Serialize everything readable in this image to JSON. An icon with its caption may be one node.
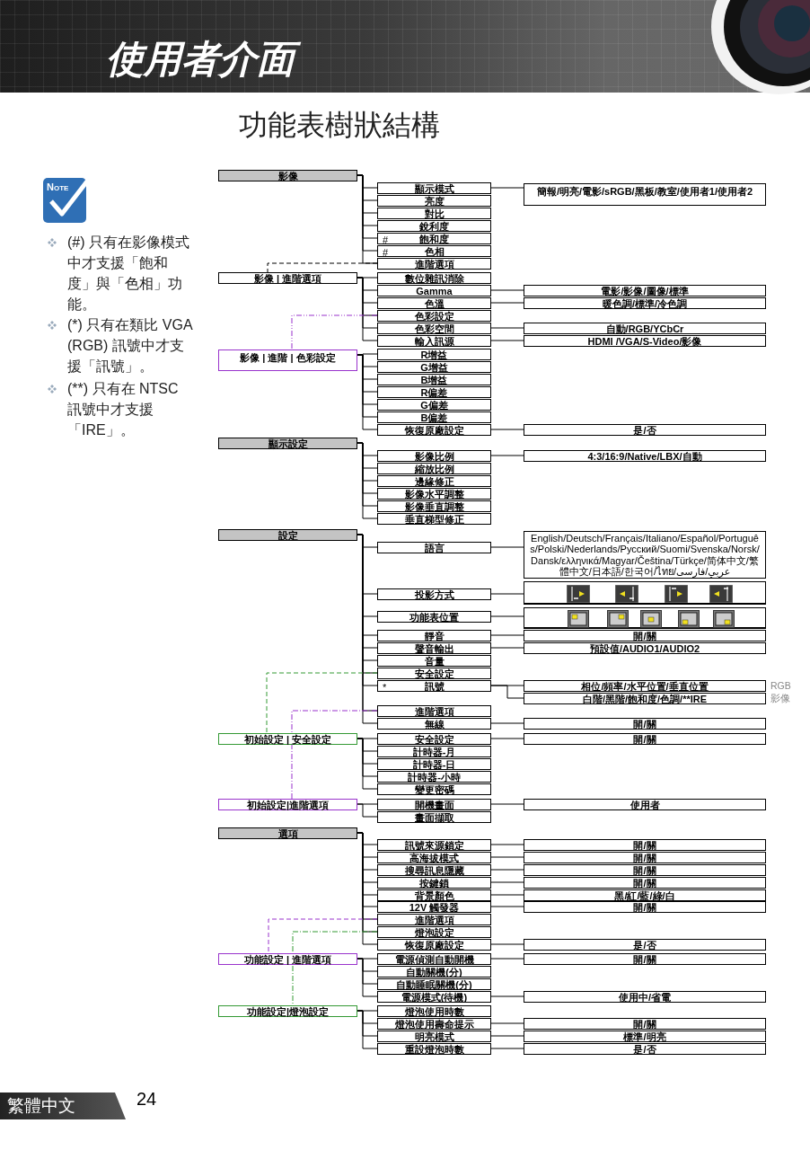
{
  "diagram": {
    "title": "功能表樹狀結構",
    "nodes": [
      {
        "text": [
          "影像"
        ]
      },
      {
        "text": [
          "顯示模式"
        ]
      },
      {
        "text": [
          "簡報/明亮/電影/sRGB/黑板/教室/使用者1/使用者2"
        ]
      },
      {
        "text": [
          "亮度"
        ]
      },
      {
        "text": [
          "對比"
        ]
      },
      {
        "text": [
          "銳利度"
        ]
      },
      {
        "text": [
          "#",
          "飽和度"
        ]
      },
      {
        "text": [
          "#",
          "色相"
        ]
      },
      {
        "text": [
          "進階選項"
        ]
      },
      {
        "text": [
          "影像 | 進階選項"
        ]
      },
      {
        "text": [
          "數位雜訊消除"
        ]
      },
      {
        "text": [
          "Gamma"
        ]
      },
      {
        "text": [
          "電影/影像/圖像/標準"
        ]
      },
      {
        "text": [
          "色溫"
        ]
      },
      {
        "text": [
          "暖色調/標準/冷色調"
        ]
      },
      {
        "text": [
          "色彩設定"
        ]
      },
      {
        "text": [
          "色彩空間"
        ]
      },
      {
        "text": [
          "自動/RGB/YCbCr"
        ]
      },
      {
        "text": [
          "輸入訊源"
        ]
      },
      {
        "text": [
          "HDMI /VGA/S-Video/影像"
        ]
      },
      {
        "text": [
          "影像 | 進階 | 色彩設定"
        ]
      },
      {
        "text": [
          "R增益"
        ]
      },
      {
        "text": [
          "G增益"
        ]
      },
      {
        "text": [
          "B增益"
        ]
      },
      {
        "text": [
          "R偏差"
        ]
      },
      {
        "text": [
          "G偏差"
        ]
      },
      {
        "text": [
          "B偏差"
        ]
      },
      {
        "text": [
          "恢復原廠設定"
        ]
      },
      {
        "text": [
          "是/否"
        ]
      },
      {
        "text": [
          "顯示設定"
        ]
      },
      {
        "text": [
          "影像比例"
        ]
      },
      {
        "text": [
          "4:3/16:9/Native/LBX/自動"
        ]
      },
      {
        "text": [
          "縮放比例"
        ]
      },
      {
        "text": [
          "邊緣修正"
        ]
      },
      {
        "text": [
          "影像水平調整"
        ]
      },
      {
        "text": [
          "影像垂直調整"
        ]
      },
      {
        "text": [
          "垂直梯型修正"
        ]
      },
      {
        "text": [
          "設定"
        ]
      },
      {
        "text": [
          "語言"
        ]
      },
      {
        "text": [
          "English/Deutsch/Français/Italiano/Español/Português/Polski/Nederlands/Русский/Suomi/Svenska/Norsk/Dansk/ελληνικά/Magyar/Čeština/Türkçe/简体中文/繁體中文/日本語/한국어/ไทย/عربي/فارسی"
        ]
      },
      {
        "text": [
          "投影方式"
        ]
      },
      {
        "text": [],
        "shape": "picture"
      },
      {
        "text": [
          "功能表位置"
        ]
      },
      {
        "text": [],
        "shape": "picture"
      },
      {
        "text": [
          "靜音"
        ]
      },
      {
        "text": [
          "開/關"
        ]
      },
      {
        "text": [
          "聲音輸出"
        ]
      },
      {
        "text": [
          "預設值/AUDIO1/AUDIO2"
        ]
      },
      {
        "text": [
          "音量"
        ]
      },
      {
        "text": [
          "安全設定"
        ]
      },
      {
        "text": [
          "*",
          "訊號"
        ]
      },
      {
        "text": [
          "相位/頻率/水平位置/垂直位置"
        ],
        "beside": [
          "RGB"
        ]
      },
      {
        "text": [
          "白階/黑階/飽和度/色調/**IRE"
        ],
        "beside": [
          "影像"
        ]
      },
      {
        "text": [
          "進階選項"
        ]
      },
      {
        "text": [
          "無線"
        ]
      },
      {
        "text": [
          "開/關"
        ]
      },
      {
        "text": [
          "初始設定 | 安全設定"
        ]
      },
      {
        "text": [
          "安全設定"
        ]
      },
      {
        "text": [
          "開/關"
        ]
      },
      {
        "text": [
          "計時器-月"
        ]
      },
      {
        "text": [
          "計時器-日"
        ]
      },
      {
        "text": [
          "計時器-小時"
        ]
      },
      {
        "text": [
          "變更密碼"
        ]
      },
      {
        "text": [
          "初始設定|進階選項"
        ]
      },
      {
        "text": [
          "開機畫面"
        ]
      },
      {
        "text": [
          "使用者"
        ]
      },
      {
        "text": [
          "畫面擷取"
        ]
      },
      {
        "text": [
          "選項"
        ]
      },
      {
        "text": [
          "訊號來源鎖定"
        ]
      },
      {
        "text": [
          "開/關"
        ]
      },
      {
        "text": [
          "高海拔模式"
        ]
      },
      {
        "text": [
          "開/關"
        ]
      },
      {
        "text": [
          "搜尋訊息隱藏"
        ]
      },
      {
        "text": [
          "開/關"
        ]
      },
      {
        "text": [
          "按鍵鎖"
        ]
      },
      {
        "text": [
          "開/關"
        ]
      },
      {
        "text": [
          "背景顏色"
        ]
      },
      {
        "text": [
          "黑/紅/藍/綠/白"
        ]
      },
      {
        "text": [
          "12V 觸發器"
        ]
      },
      {
        "text": [
          "開/關"
        ]
      },
      {
        "text": [
          "進階選項"
        ]
      },
      {
        "text": [
          "燈泡設定"
        ]
      },
      {
        "text": [
          "恢復原廠設定"
        ]
      },
      {
        "text": [
          "是/否"
        ]
      },
      {
        "text": [
          "功能設定 | 進階選項"
        ]
      },
      {
        "text": [
          "電源偵測自動開機"
        ]
      },
      {
        "text": [
          "開/關"
        ]
      },
      {
        "text": [
          "自動關機(分)"
        ]
      },
      {
        "text": [
          "自動睡眠關機(分)"
        ]
      },
      {
        "text": [
          "電源模式(待機)"
        ]
      },
      {
        "text": [
          "使用中/省電"
        ]
      },
      {
        "text": [
          "功能設定|燈泡設定"
        ]
      },
      {
        "text": [
          "燈泡使用時數"
        ]
      },
      {
        "text": [
          "燈泡使用壽命提示"
        ]
      },
      {
        "text": [
          "開/關"
        ]
      },
      {
        "text": [
          "明亮模式"
        ]
      },
      {
        "text": [
          "標準/明亮"
        ]
      },
      {
        "text": [
          "重設燈泡時數"
        ]
      },
      {
        "text": [
          "是/否"
        ]
      }
    ],
    "edges": [
      {
        "from": 0,
        "to": 1,
        "arrow": "none"
      },
      {
        "from": 0,
        "to": 3,
        "arrow": "none"
      },
      {
        "from": 0,
        "to": 4,
        "arrow": "none"
      },
      {
        "from": 0,
        "to": 5,
        "arrow": "none"
      },
      {
        "from": 0,
        "to": 6,
        "arrow": "none"
      },
      {
        "from": 0,
        "to": 7,
        "arrow": "none"
      },
      {
        "from": 0,
        "to": 8,
        "arrow": "none"
      },
      {
        "from": 9,
        "to": 10,
        "arrow": "none"
      },
      {
        "from": 9,
        "to": 11,
        "arrow": "none"
      },
      {
        "from": 9,
        "to": 13,
        "arrow": "none"
      },
      {
        "from": 9,
        "to": 15,
        "arrow": "none"
      },
      {
        "from": 9,
        "to": 16,
        "arrow": "none"
      },
      {
        "from": 9,
        "to": 18,
        "arrow": "none"
      },
      {
        "from": 20,
        "to": 21,
        "arrow": "none"
      },
      {
        "from": 20,
        "to": 22,
        "arrow": "none"
      },
      {
        "from": 20,
        "to": 23,
        "arrow": "none"
      },
      {
        "from": 20,
        "to": 24,
        "arrow": "none"
      },
      {
        "from": 20,
        "to": 25,
        "arrow": "none"
      },
      {
        "from": 20,
        "to": 26,
        "arrow": "none"
      },
      {
        "from": 20,
        "to": 27,
        "arrow": "none"
      },
      {
        "from": 29,
        "to": 30,
        "arrow": "none"
      },
      {
        "from": 29,
        "to": 32,
        "arrow": "none"
      },
      {
        "from": 29,
        "to": 33,
        "arrow": "none"
      },
      {
        "from": 29,
        "to": 34,
        "arrow": "none"
      },
      {
        "from": 29,
        "to": 35,
        "arrow": "none"
      },
      {
        "from": 29,
        "to": 36,
        "arrow": "none"
      },
      {
        "from": 37,
        "to": 38,
        "arrow": "none"
      },
      {
        "from": 37,
        "to": 40,
        "arrow": "none"
      },
      {
        "from": 37,
        "to": 42,
        "arrow": "none"
      },
      {
        "from": 37,
        "to": 44,
        "arrow": "none"
      },
      {
        "from": 37,
        "to": 46,
        "arrow": "none"
      },
      {
        "from": 37,
        "to": 48,
        "arrow": "none"
      },
      {
        "from": 37,
        "to": 49,
        "arrow": "none"
      },
      {
        "from": 37,
        "to": 50,
        "arrow": "none"
      },
      {
        "from": 37,
        "to": 53,
        "arrow": "none"
      },
      {
        "from": 37,
        "to": 54,
        "arrow": "none"
      },
      {
        "from": 56,
        "to": 57,
        "arrow": "none"
      },
      {
        "from": 56,
        "to": 59,
        "arrow": "none"
      },
      {
        "from": 56,
        "to": 60,
        "arrow": "none"
      },
      {
        "from": 56,
        "to": 61,
        "arrow": "none"
      },
      {
        "from": 56,
        "to": 62,
        "arrow": "none"
      },
      {
        "from": 63,
        "to": 64,
        "arrow": "none"
      },
      {
        "from": 63,
        "to": 66,
        "arrow": "none"
      },
      {
        "from": 67,
        "to": 68,
        "arrow": "none"
      },
      {
        "from": 67,
        "to": 70,
        "arrow": "none"
      },
      {
        "from": 67,
        "to": 72,
        "arrow": "none"
      },
      {
        "from": 67,
        "to": 74,
        "arrow": "none"
      },
      {
        "from": 67,
        "to": 76,
        "arrow": "none"
      },
      {
        "from": 67,
        "to": 78,
        "arrow": "none"
      },
      {
        "from": 67,
        "to": 80,
        "arrow": "none"
      },
      {
        "from": 67,
        "to": 81,
        "arrow": "none"
      },
      {
        "from": 67,
        "to": 82,
        "arrow": "none"
      },
      {
        "from": 84,
        "to": 85,
        "arrow": "none"
      },
      {
        "from": 84,
        "to": 87,
        "arrow": "none"
      },
      {
        "from": 84,
        "to": 88,
        "arrow": "none"
      },
      {
        "from": 84,
        "to": 89,
        "arrow": "none"
      },
      {
        "from": 91,
        "to": 92,
        "arrow": "none"
      },
      {
        "from": 91,
        "to": 93,
        "arrow": "none"
      },
      {
        "from": 91,
        "to": 95,
        "arrow": "none"
      },
      {
        "from": 91,
        "to": 97,
        "arrow": "none"
      },
      {
        "from": 1,
        "to": 2,
        "arrow": "none"
      },
      {
        "from": 11,
        "to": 12,
        "arrow": "none"
      },
      {
        "from": 13,
        "to": 14,
        "arrow": "none"
      },
      {
        "from": 16,
        "to": 17,
        "arrow": "none"
      },
      {
        "from": 18,
        "to": 19,
        "arrow": "none"
      },
      {
        "from": 27,
        "to": 28,
        "arrow": "none"
      },
      {
        "from": 30,
        "to": 31,
        "arrow": "none"
      },
      {
        "from": 38,
        "to": 39,
        "arrow": "none"
      },
      {
        "from": 40,
        "to": 41,
        "arrow": "none"
      },
      {
        "from": 42,
        "to": 43,
        "arrow": "none"
      },
      {
        "from": 44,
        "to": 45,
        "arrow": "none"
      },
      {
        "from": 46,
        "to": 47,
        "arrow": "none"
      },
      {
        "from": 50,
        "to": 51,
        "arrow": "none"
      },
      {
        "from": 50,
        "to": 52,
        "arrow": "none"
      },
      {
        "from": 54,
        "to": 55,
        "arrow": "none"
      },
      {
        "from": 57,
        "to": 58,
        "arrow": "none"
      },
      {
        "from": 64,
        "to": 65,
        "arrow": "none"
      },
      {
        "from": 68,
        "to": 69,
        "arrow": "none"
      },
      {
        "from": 70,
        "to": 71,
        "arrow": "none"
      },
      {
        "from": 72,
        "to": 73,
        "arrow": "none"
      },
      {
        "from": 74,
        "to": 75,
        "arrow": "none"
      },
      {
        "from": 76,
        "to": 77,
        "arrow": "none"
      },
      {
        "from": 78,
        "to": 79,
        "arrow": "none"
      },
      {
        "from": 82,
        "to": 83,
        "arrow": "none"
      },
      {
        "from": 85,
        "to": 86,
        "arrow": "none"
      },
      {
        "from": 89,
        "to": 90,
        "arrow": "none"
      },
      {
        "from": 93,
        "to": 94,
        "arrow": "none"
      },
      {
        "from": 95,
        "to": 96,
        "arrow": "none"
      },
      {
        "from": 97,
        "to": 98,
        "arrow": "none"
      },
      {
        "from": 8,
        "to": 9,
        "arrow": "none",
        "style": "dashed"
      },
      {
        "from": 15,
        "to": 20,
        "arrow": "none",
        "style": "dashed",
        "color": "#9933cc"
      },
      {
        "from": 49,
        "to": 56,
        "arrow": "none",
        "style": "dashed",
        "color": "#339933"
      },
      {
        "from": 53,
        "to": 63,
        "arrow": "none",
        "style": "dashed",
        "color": "#9933cc"
      },
      {
        "from": 80,
        "to": 84,
        "arrow": "none",
        "style": "dashed",
        "color": "#9933cc"
      },
      {
        "from": 81,
        "to": 91,
        "arrow": "none",
        "style": "dashed",
        "color": "#339933"
      }
    ],
    "labels": [
      "使用者介面",
      "Note",
      "(#) 只有在影像模式中才支援「飽和度」與「色相」功能。",
      "(*) 只有在類比 VGA (RGB) 訊號中才支援「訊號」。",
      "(**) 只有在 NTSC 訊號中才支援「IRE」。",
      "繁體中文",
      "24"
    ]
  }
}
